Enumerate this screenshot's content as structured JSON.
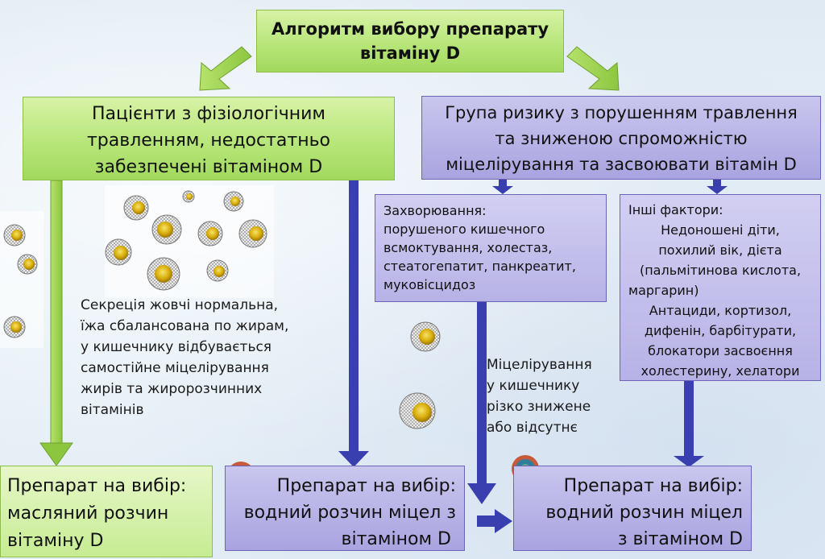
{
  "title": {
    "line1": "Алгоритм вибору препарату",
    "line2": "вітаміну D"
  },
  "left_branch": {
    "heading": [
      "Пацієнти з фізіологічним",
      "травленням, недостатньо",
      "забезпечені вітаміном D"
    ],
    "description": [
      "Секреція жовчі нормальна,",
      "їжа сбалансована по жирам,",
      "у кишечнику відбувається",
      "самостійне міцелірування",
      "жирів та жиророзчинних",
      "вітамінів"
    ]
  },
  "right_branch": {
    "heading": [
      "Група ризику з порушенням травлення",
      "та зниженою спроможністю",
      "міцелірування та засвоювати вітамін D"
    ],
    "diseases": [
      "Захворювання:",
      "порушеного кишечного",
      "всмоктування, холестаз,",
      "стеатогепатит, панкреатит,",
      "муковісцидоз"
    ],
    "other_factors": [
      "Інші фактори:",
      "Недоношені діти,",
      "похилий вік, дієта",
      "(пальмітинова кислота,",
      "маргарин)",
      "Антациди, кортизол,",
      "дифенін, барбітурати,",
      "блокатори засвоєння",
      "холестерину, хелатори"
    ],
    "micellization_note": [
      "Міцелірування",
      "у кишечнику",
      "різко знижене",
      "або відсутнє"
    ]
  },
  "results": {
    "left": [
      "Препарат на вибір:",
      "масляний розчин",
      "вітаміну D"
    ],
    "middle": [
      "Препарат на вибір:",
      "водний розчин міцел з",
      "вітаміном D"
    ],
    "right": [
      "Препарат на вибір:",
      "водний розчин міцел",
      "з вітаміном D"
    ]
  },
  "colors": {
    "green_accent": "#9fd44f",
    "purple_box": "#b3aee4",
    "blue_arrow": "#3a3fb0"
  }
}
